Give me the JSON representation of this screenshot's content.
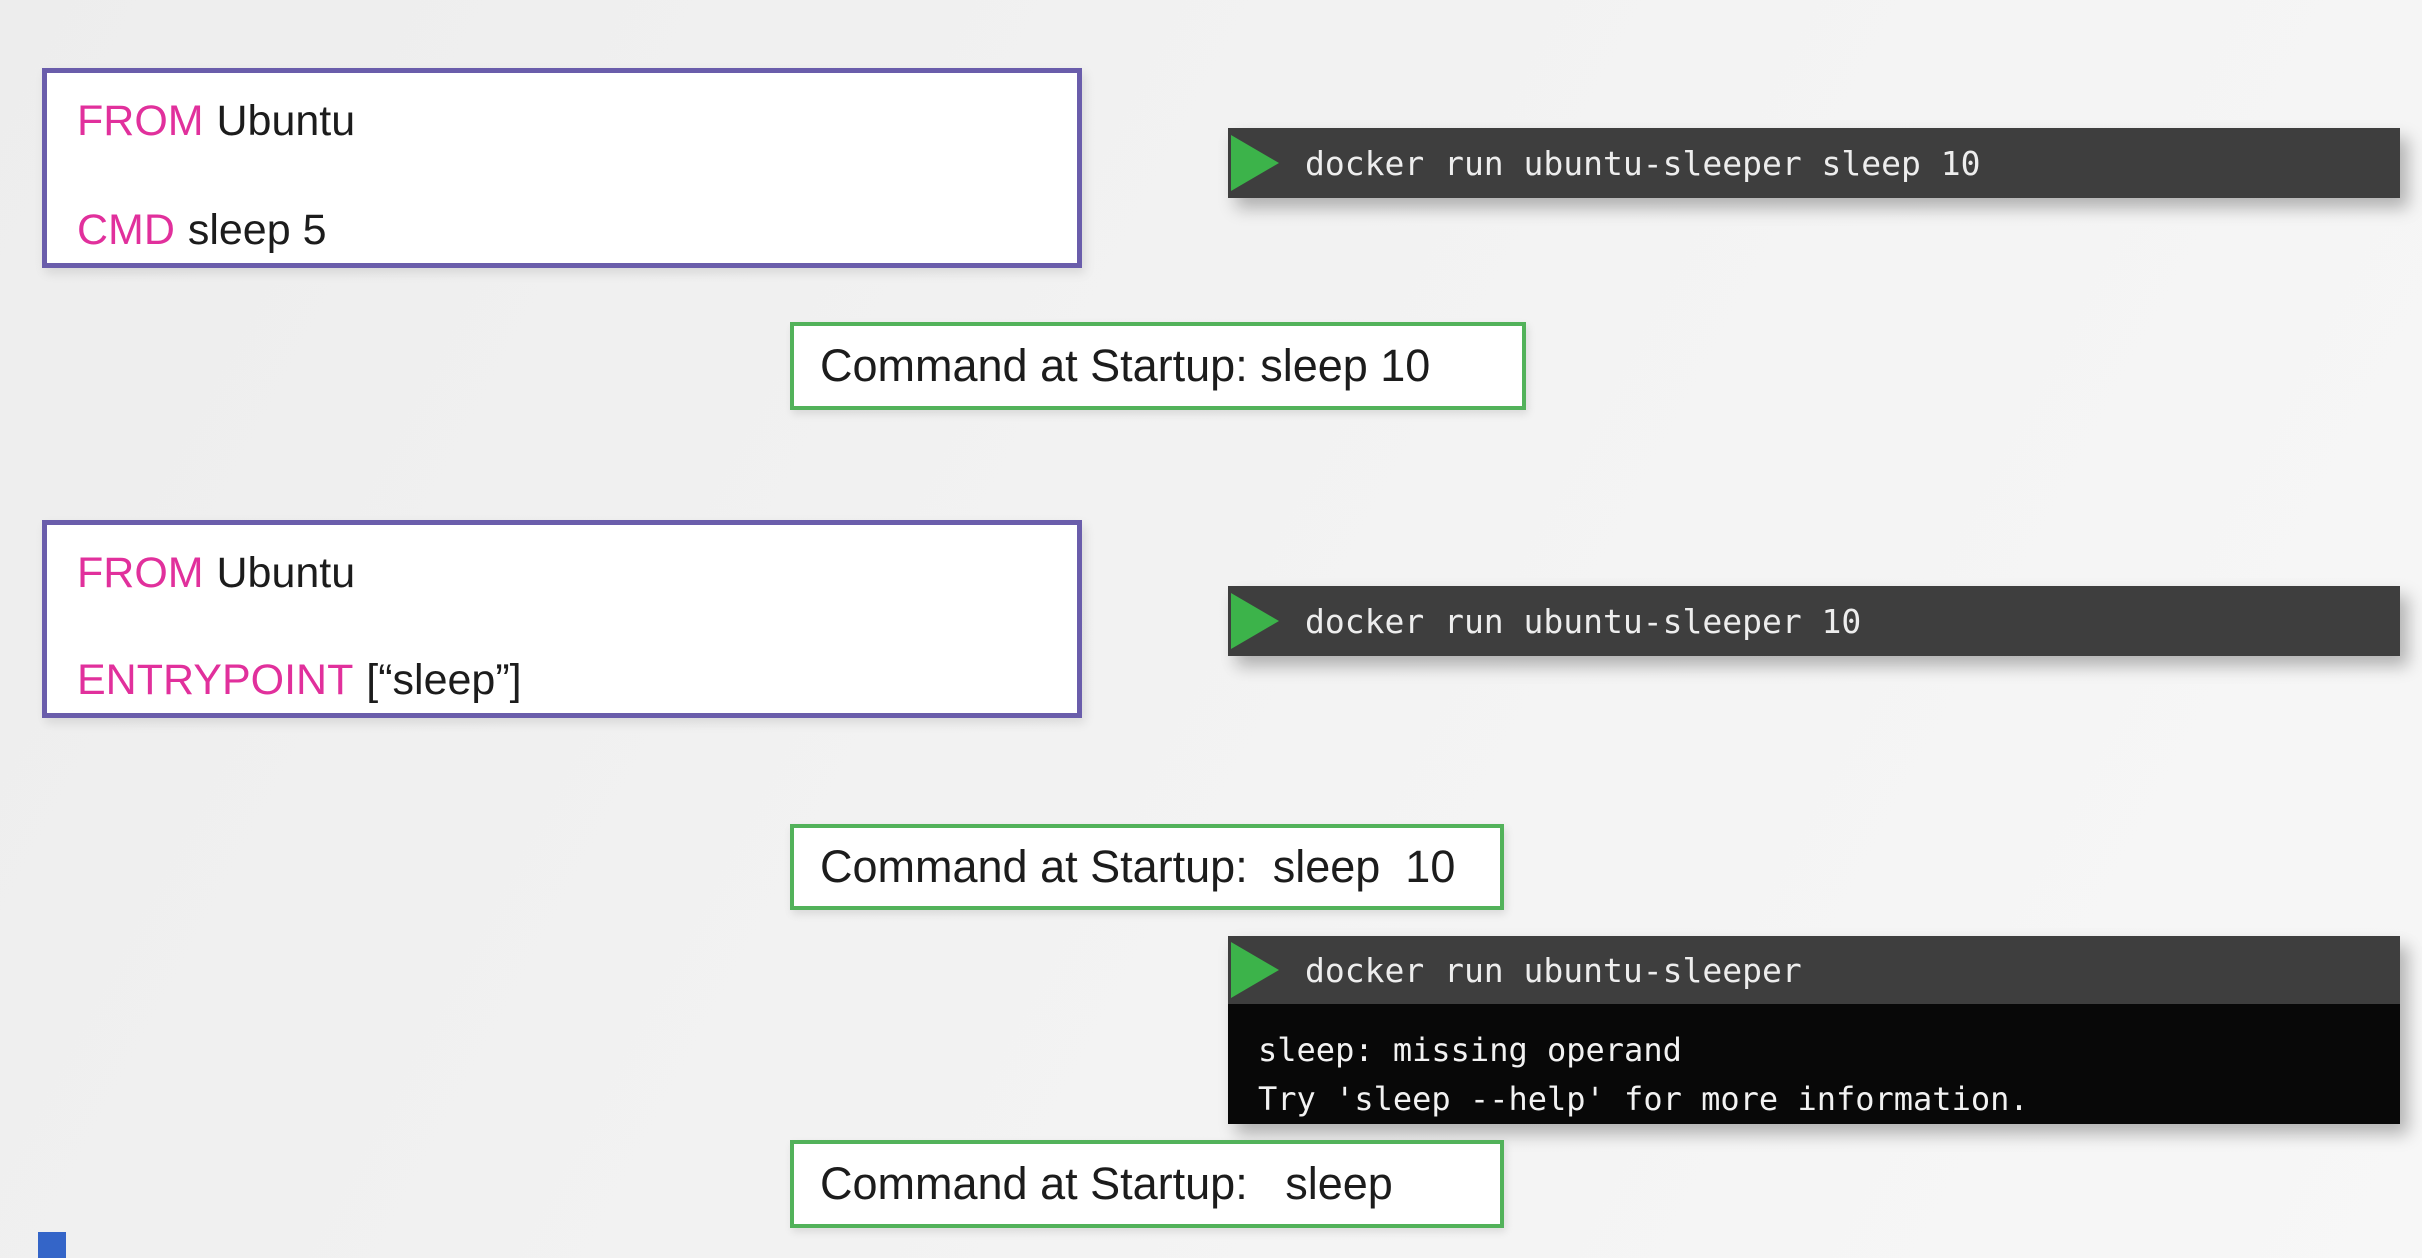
{
  "colors": {
    "keyword-pink": "#e1309c",
    "dockerfile-border": "#6a5dab",
    "callout-border": "#52b25a",
    "terminal-bg": "#3e3e3e",
    "terminal-output-bg": "#080808",
    "play-green": "#3cb34a",
    "terminal-text": "#ededed",
    "body-text": "#1c1c1c",
    "slide-bg": "#f2f2f2",
    "corner-blue": "#3465c8"
  },
  "icons": {
    "play": "play-icon"
  },
  "dockerfiles": [
    {
      "line1_keyword": "FROM",
      "line1_code": "Ubuntu",
      "line2_keyword": "CMD",
      "line2_code": "sleep 5"
    },
    {
      "line1_keyword": "FROM",
      "line1_code": "Ubuntu",
      "line2_keyword": "ENTRYPOINT",
      "line2_code": "[“sleep”]"
    }
  ],
  "terminals": [
    {
      "command": "docker run ubuntu-sleeper sleep 10"
    },
    {
      "command": "docker run ubuntu-sleeper 10"
    },
    {
      "command": "docker run ubuntu-sleeper",
      "output": [
        "sleep: missing operand",
        "Try 'sleep --help' for more information."
      ]
    }
  ],
  "callouts": [
    {
      "text": "Command at Startup: sleep 10"
    },
    {
      "text": "Command at Startup:  sleep  10"
    },
    {
      "text": "Command at Startup:   sleep"
    }
  ]
}
